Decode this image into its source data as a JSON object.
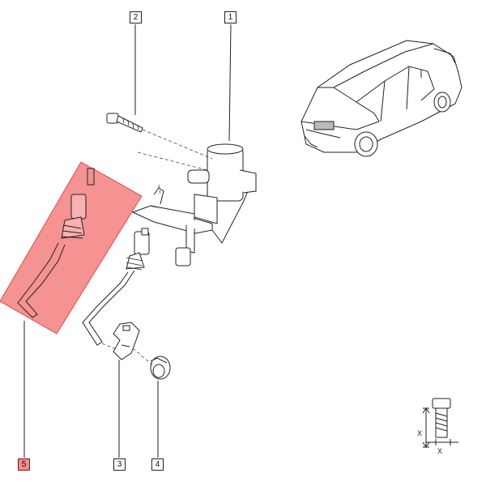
{
  "diagram": {
    "callouts": [
      {
        "id": "1",
        "label": "1",
        "highlighted": false
      },
      {
        "id": "2",
        "label": "2",
        "highlighted": false
      },
      {
        "id": "3",
        "label": "3",
        "highlighted": false
      },
      {
        "id": "4",
        "label": "4",
        "highlighted": false
      },
      {
        "id": "5",
        "label": "5",
        "highlighted": true
      }
    ],
    "highlight_color": "#f26d6d",
    "torque_symbol": {
      "axis_label": "X"
    }
  }
}
